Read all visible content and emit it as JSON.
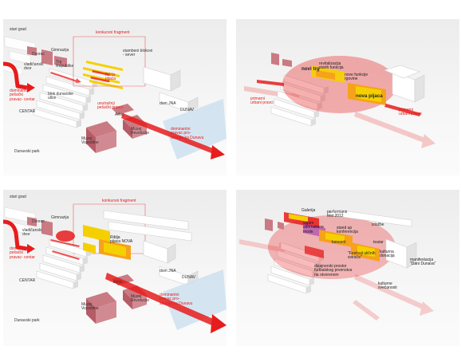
{
  "panels": [
    {
      "labels": {
        "stari_grad": "stari grad",
        "konkursni_fragment": "konkursni fragment",
        "dvorac": "Dvorac",
        "gimnazija": "Gimnazija",
        "vladicanski_dvor": "vladičanski\ndvor",
        "trg_republike": "Trg\nRepublike",
        "stambeni_blokovi": "stambeni blokovi\n- sever",
        "pijaca": "Riblja\npijaca",
        "dominantni_pesacki": "dominantni\npešački\npravac- centar",
        "blok_dunavske": "blok dunavske\nulice",
        "unutrasnji_pesacki": "unutrašnji\npešački pravci",
        "dom_jna": "dom JNA",
        "dunav": "DUNAV",
        "centar": "CENTAR",
        "arhiv": "Arhiv",
        "muzej_revolucije": "Muzej\nRevolucije",
        "dominantni_dunav": "dominantni\npravac pro-\nstiranja ka Dunavu",
        "muzej_vojvodine": "Muzej\nVojvodine",
        "dunavski_park": "Dunavski park"
      }
    },
    {
      "labels": {
        "novi_trg": "novi trg",
        "stare_funkcije": "revitalizacija\nstarih funkcija",
        "nove_funkcije": "nove funkcije\nrgovine",
        "nova_pijaca": "nova pijaca",
        "primarni_left": "primarni\nurbani pravci",
        "primarni_right": "primarni\nurbani pravci"
      }
    },
    {
      "labels": {
        "stari_grad": "stari grad",
        "konkursni_fragment": "konkursni fragment",
        "dvorac": "Dvorac",
        "gimnazija": "Gimnazija",
        "vladicanski_dvor": "vladičanski\ndvor",
        "dominantni_pesacki": "dominantni\npešački\npravac- centar",
        "riblja_pijaca_nova": "Riblja\npijaca NOVA",
        "dom_jna": "dom JNA",
        "dunav": "DUNAV",
        "centar": "CENTAR",
        "arhiv": "Arhiv",
        "muzej_revolucije": "Muzej\nRevolucije",
        "dominantni_dunav": "dominantni\npravac pro-\nstiranja ka Dunavu",
        "muzej_vojvodine": "Muzej\nVojvodine",
        "dunavski_park": "Dunavski park"
      }
    },
    {
      "labels": {
        "galerija": "Galerija",
        "performans": "performans\nfest 2012",
        "sajam": "sajam\nalternativne\nmode",
        "izlozbe": "izložbe",
        "stand_up": "stand up\nkonferencija",
        "koncerti": "koncerti",
        "teatar": "teatar",
        "festival": "\"Festival uličnih\nsvirača\"",
        "kulturna": "kulturna\ndonacija",
        "manifestacija": "manifestacija\n\"Dani Dunava\"",
        "dizajnerski": "dizajnerski prostor\nfudbalskog prvenstva\nna otvorenom",
        "kulturne": "kulturne\nsvečanosti"
      }
    }
  ],
  "colors": {
    "red_arrow": "#e81c1c",
    "building_red": "#c97a82",
    "building_white": "#ffffff",
    "yellow": "#f5d000",
    "orange": "#f6a21a",
    "river_blue": "#cfe2ef",
    "fragment_outline": "#e86060"
  }
}
